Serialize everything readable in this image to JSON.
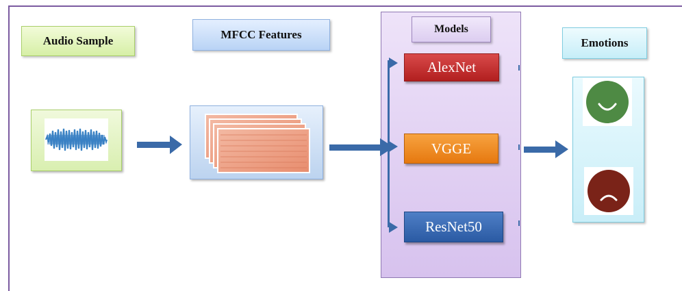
{
  "labels": {
    "audio_sample": "Audio Sample",
    "mfcc_features": "MFCC Features",
    "models": "Models",
    "emotions": "Emotions"
  },
  "models": {
    "alexnet": "AlexNet",
    "vgge": "VGGE",
    "resnet50": "ResNet50"
  },
  "colors": {
    "arrow": "#3a6aa8",
    "happy_face": "#4e8a44",
    "sad_face": "#7a2318",
    "waveform": "#3a82c4"
  },
  "icons": [
    "audio-waveform-icon",
    "mfcc-spectrogram-icon",
    "happy-face-icon",
    "sad-face-icon"
  ]
}
